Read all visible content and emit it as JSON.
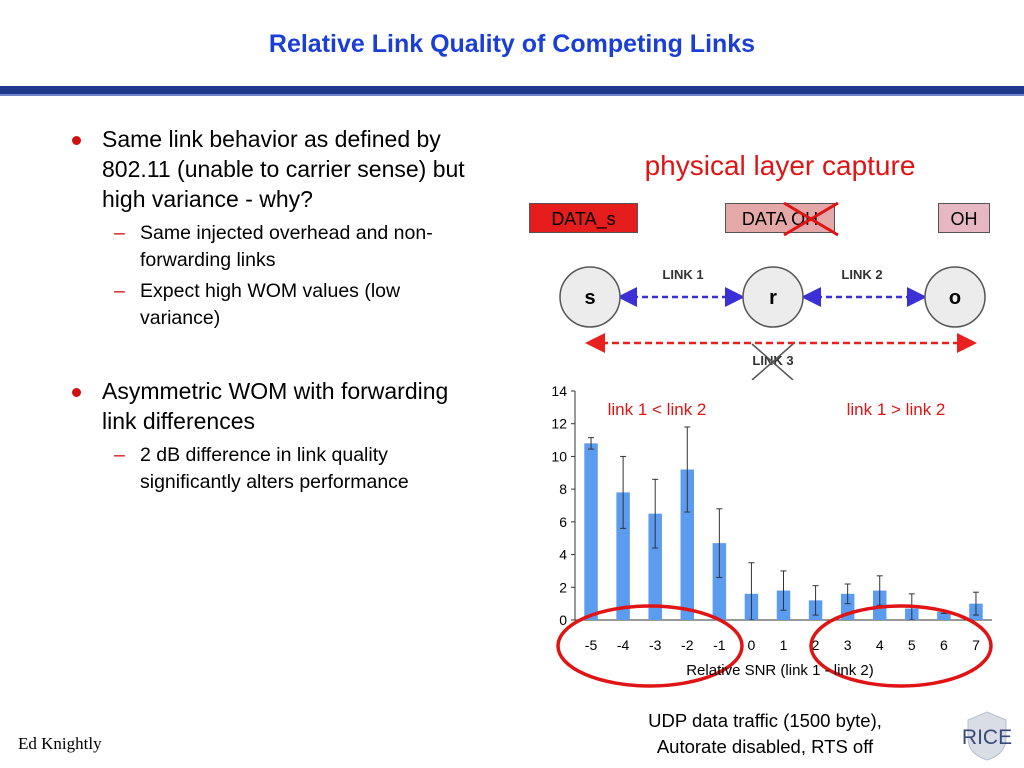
{
  "slide": {
    "title": "Relative Link Quality of Competing Links",
    "author": "Ed Knightly"
  },
  "bullets": [
    {
      "text": "Same link behavior as defined by 802.11 (unable to carrier sense) but high variance - why?",
      "subs": [
        "Same injected overhead and non-forwarding links",
        "Expect high WOM values (low variance)"
      ]
    },
    {
      "text": "Asymmetric WOM with forwarding link differences",
      "subs": [
        "2 dB difference in link quality significantly alters performance"
      ]
    }
  ],
  "diagram": {
    "heading": "physical layer capture",
    "packets": {
      "data": "DATA_s",
      "mixed": "DATA OH",
      "oh": "OH"
    },
    "nodes": {
      "s": "s",
      "r": "r",
      "o": "o"
    },
    "links": {
      "link1": "LINK 1",
      "link2": "LINK 2",
      "link3": "LINK 3"
    },
    "colors": {
      "node_fill": "#ececec",
      "link1_arrow": "#3b2fd6",
      "link3_arrow": "#e82020"
    }
  },
  "chart_data": {
    "type": "bar",
    "categories": [
      "-5",
      "-4",
      "-3",
      "-2",
      "-1",
      "0",
      "1",
      "2",
      "3",
      "4",
      "5",
      "6",
      "7"
    ],
    "values": [
      10.8,
      7.8,
      6.5,
      9.2,
      4.7,
      1.6,
      1.8,
      1.2,
      1.6,
      1.8,
      0.7,
      0.5,
      1.0
    ],
    "error": [
      0.35,
      2.2,
      2.1,
      2.6,
      2.1,
      1.9,
      1.2,
      0.9,
      0.6,
      0.9,
      0.9,
      0.1,
      0.7
    ],
    "ylim": [
      0,
      14
    ],
    "yticks": [
      0,
      2,
      4,
      6,
      8,
      10,
      12,
      14
    ],
    "xlabel": "Relative SNR (link 1 - link 2)",
    "ylabel": "",
    "grid": false,
    "bar_color": "#5b9bf0",
    "annotations": [
      "link 1 < link 2",
      "link 1 > link 2"
    ],
    "highlight_color": "#e01414"
  },
  "caption": [
    "UDP data traffic (1500 byte),",
    "Autorate disabled, RTS off"
  ]
}
